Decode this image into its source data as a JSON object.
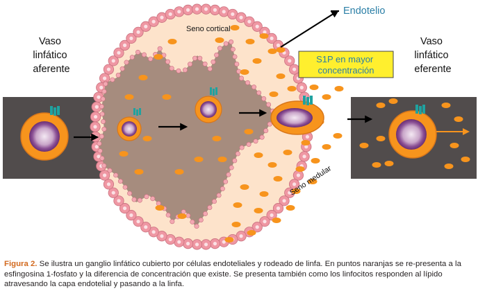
{
  "labels": {
    "afferent": [
      "Vaso",
      "linfático",
      "aferente"
    ],
    "efferent": [
      "Vaso",
      "linfático",
      "eferente"
    ],
    "endothelium": "Endotelio",
    "cortical_sinus": "Seno cortical",
    "medullary_sinus": "Seno medular",
    "s1p_box": [
      "S1P en mayor",
      "concentración"
    ]
  },
  "caption": {
    "title": "Figura 2.",
    "text": "Se ilustra un ganglio linfático cubierto por células endoteliales y rodeado de linfa. En puntos naranjas se re-presenta a la esfingosina 1-fosfato y la diferencia de concentración que existe. Se presenta también como los linfocitos responden al lípido atravesando la capa endotelial y pasando a la linfa."
  },
  "colors": {
    "vessel": "#514c4c",
    "node_fill": "#fde3cb",
    "medulla": "#a68c7e",
    "endothelial_cell": "#ef97a3",
    "s1p_dot": "#f7941d",
    "lymphocyte": "#f7941d",
    "nucleus": "#7a3f86",
    "receptor": "#1fa2a0",
    "label_box": "#ffef2e",
    "label_text_blue": "#2b7fa6",
    "caption_title": "#d2691e"
  },
  "icons": [
    "arrow-icon",
    "s1p-receptor-icon"
  ]
}
